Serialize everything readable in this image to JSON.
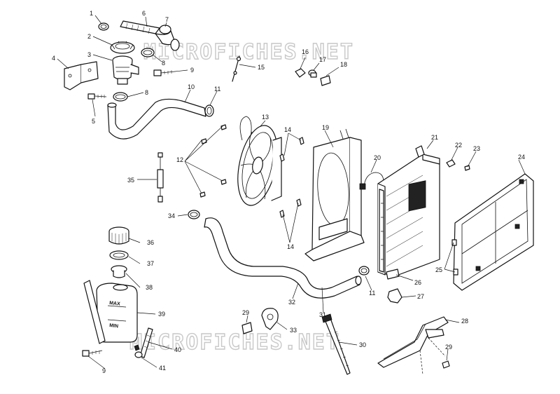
{
  "watermark": "MICROFICHES.NET",
  "tank_labels": {
    "max": "MAX",
    "min": "MIN"
  },
  "callouts": {
    "c1": "1",
    "c2": "2",
    "c3": "3",
    "c4": "4",
    "c5": "5",
    "c6": "6",
    "c7": "7",
    "c8a": "8",
    "c8b": "8",
    "c9a": "9",
    "c9b": "9",
    "c10": "10",
    "c11a": "11",
    "c11b": "11",
    "c12": "12",
    "c13": "13",
    "c14a": "14",
    "c14b": "14",
    "c15": "15",
    "c16": "16",
    "c17": "17",
    "c18": "18",
    "c19": "19",
    "c20": "20",
    "c21": "21",
    "c22": "22",
    "c23": "23",
    "c24": "24",
    "c25": "25",
    "c26": "26",
    "c27": "27",
    "c28": "28",
    "c29a": "29",
    "c29b": "29",
    "c30": "30",
    "c31": "31",
    "c32": "32",
    "c33": "33",
    "c34": "34",
    "c35": "35",
    "c36": "36",
    "c37": "37",
    "c38": "38",
    "c39": "39",
    "c40": "40",
    "c41": "41"
  }
}
